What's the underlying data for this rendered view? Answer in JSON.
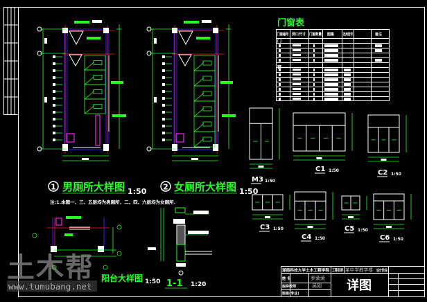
{
  "drawings": {
    "men_toilet": {
      "number": "1",
      "title": "男厕所大样图",
      "scale": "1:50"
    },
    "women_toilet": {
      "number": "2",
      "title": "女厕所大样图",
      "scale": "1:50"
    },
    "note": "注:1.本图一、三、五层均为男厕所，二、四、六层均为女厕所.",
    "balcony": {
      "title": "阳台大样图",
      "scale": "1:50"
    },
    "section": {
      "title": "1-1",
      "scale": "1:20"
    }
  },
  "door_window_table": {
    "title": "门窗表",
    "headers": [
      "门窗编号",
      "洞口尺寸",
      "门窗数量",
      "图集",
      "选用型号",
      "备注"
    ],
    "group_door": "门",
    "group_window": "窗"
  },
  "windows": [
    {
      "label": "M3",
      "scale": "1:50"
    },
    {
      "label": "C1",
      "scale": "1:50"
    },
    {
      "label": "C2",
      "scale": "1:50"
    },
    {
      "label": "C3",
      "scale": "1:50"
    },
    {
      "label": "C4",
      "scale": "1:50"
    },
    {
      "label": "C5",
      "scale": "1:50"
    },
    {
      "label": "C6",
      "scale": "1:50"
    }
  ],
  "title_block": {
    "school": "湖南科技大学土木工程学院",
    "project_label": "工程名称",
    "project_name": "某中学教学楼",
    "stage_label": "设计阶段",
    "name_label": "姓 名",
    "name": "罗荣荣",
    "teacher_label": "指导教师",
    "teacher": "吴刚",
    "major_label": "班级(专业)",
    "drawing_title": "详图"
  },
  "watermark": {
    "logo": "土木帮",
    "url": "www.tumubang.net"
  },
  "colors": {
    "background": "#000000",
    "annotation": "#22ff22",
    "wall": "#2222ff",
    "axis": "#ff2222",
    "frame": "#ffffff"
  }
}
